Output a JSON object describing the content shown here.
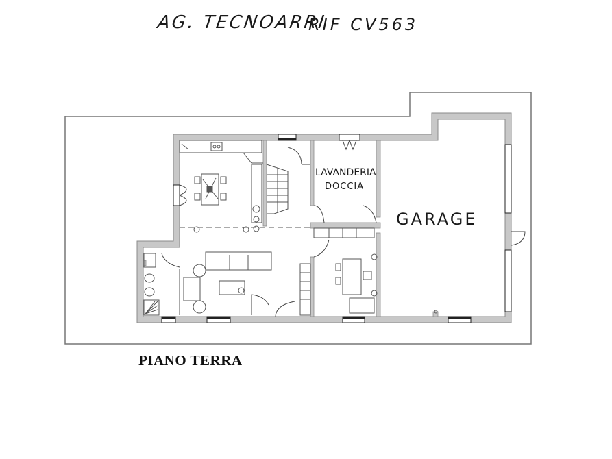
{
  "header": {
    "agency_note": "AG. TECNOARRI",
    "reference": "RIF CV563"
  },
  "plan": {
    "title": "PIANO TERRA",
    "rooms": [
      {
        "id": "kitchen",
        "label": ""
      },
      {
        "id": "stairwell",
        "label": ""
      },
      {
        "id": "laundry",
        "label": "LAVANDERIA",
        "sublabel": "DOCCIA"
      },
      {
        "id": "garage",
        "label": "GARAGE"
      },
      {
        "id": "living",
        "label": ""
      },
      {
        "id": "bathroom",
        "label": ""
      },
      {
        "id": "study",
        "label": ""
      }
    ],
    "colors": {
      "wall_fill": "#c8c8c8",
      "wall_stroke": "#8a8a8a",
      "line": "#555555",
      "lot_line": "#777777",
      "background": "#ffffff"
    }
  }
}
